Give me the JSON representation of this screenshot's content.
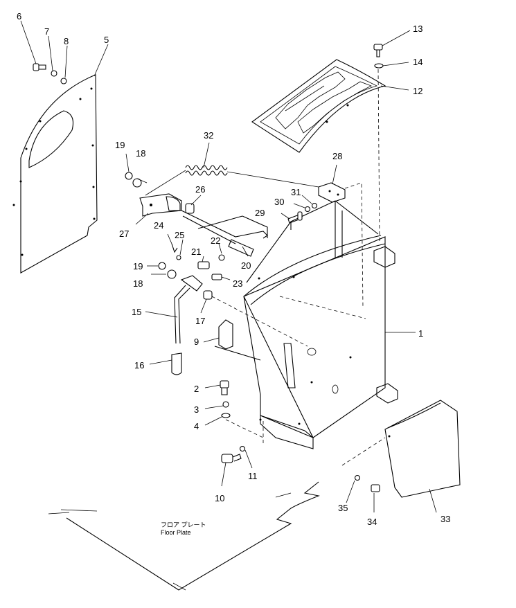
{
  "diagram": {
    "floor_plate_jp": "フロア プレート",
    "floor_plate_en": "Floor Plate",
    "callouts": [
      "1",
      "2",
      "3",
      "4",
      "5",
      "6",
      "7",
      "8",
      "9",
      "10",
      "11",
      "12",
      "13",
      "14",
      "15",
      "16",
      "17",
      "18",
      "18",
      "19",
      "19",
      "20",
      "21",
      "22",
      "23",
      "24",
      "25",
      "26",
      "27",
      "28",
      "29",
      "30",
      "31",
      "32",
      "33",
      "34",
      "35"
    ]
  }
}
